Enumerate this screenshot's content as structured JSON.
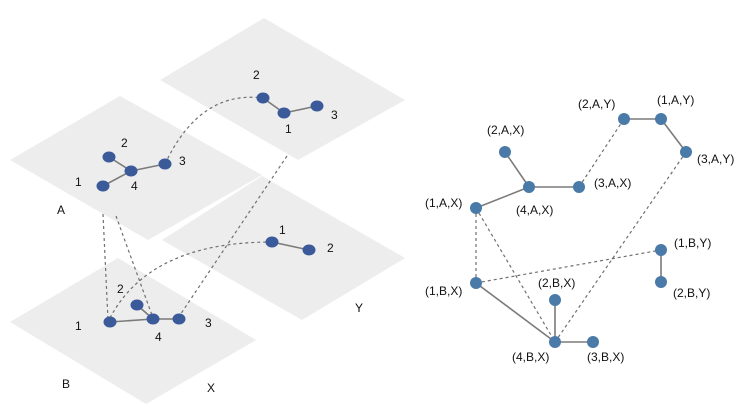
{
  "colors": {
    "node": "#3b5a99",
    "node_right": "#4a7aa8",
    "plane": "#ededed",
    "edge": "#7a7a7a",
    "dashed": "#6f6f6f"
  },
  "left_figure": {
    "planes": [
      {
        "name": "A",
        "label": "A"
      },
      {
        "name": "Y-top",
        "label": ""
      },
      {
        "name": "B",
        "label": "B"
      },
      {
        "name": "Y-bottom",
        "label": "Y"
      },
      {
        "name": "X",
        "label": "X"
      }
    ],
    "layers": {
      "A_X": {
        "nodes": [
          "1",
          "2",
          "3",
          "4"
        ],
        "edges": [
          [
            "1",
            "4"
          ],
          [
            "2",
            "4"
          ],
          [
            "3",
            "4"
          ]
        ]
      },
      "A_Y": {
        "nodes": [
          "1",
          "2",
          "3"
        ],
        "edges": [
          [
            "1",
            "2"
          ],
          [
            "1",
            "3"
          ]
        ]
      },
      "B_X": {
        "nodes": [
          "1",
          "2",
          "3",
          "4"
        ],
        "edges": [
          [
            "1",
            "4"
          ],
          [
            "2",
            "4"
          ],
          [
            "3",
            "4"
          ]
        ]
      },
      "B_Y": {
        "nodes": [
          "1",
          "2"
        ],
        "edges": [
          [
            "1",
            "2"
          ]
        ]
      }
    }
  },
  "right_figure": {
    "nodes": [
      {
        "id": "2AX",
        "label": "(2,A,X)"
      },
      {
        "id": "4AX",
        "label": "(4,A,X)"
      },
      {
        "id": "3AX",
        "label": "(3,A,X)"
      },
      {
        "id": "1AX",
        "label": "(1,A,X)"
      },
      {
        "id": "2AY",
        "label": "(2,A,Y)"
      },
      {
        "id": "1AY",
        "label": "(1,A,Y)"
      },
      {
        "id": "3AY",
        "label": "(3,A,Y)"
      },
      {
        "id": "1BX",
        "label": "(1,B,X)"
      },
      {
        "id": "2BX",
        "label": "(2,B,X)"
      },
      {
        "id": "4BX",
        "label": "(4,B,X)"
      },
      {
        "id": "3BX",
        "label": "(3,B,X)"
      },
      {
        "id": "1BY",
        "label": "(1,B,Y)"
      },
      {
        "id": "2BY",
        "label": "(2,B,Y)"
      }
    ],
    "edges": [
      {
        "from": "2AX",
        "to": "4AX",
        "style": "solid"
      },
      {
        "from": "4AX",
        "to": "3AX",
        "style": "solid"
      },
      {
        "from": "4AX",
        "to": "1AX",
        "style": "solid"
      },
      {
        "from": "2AY",
        "to": "1AY",
        "style": "solid"
      },
      {
        "from": "1AY",
        "to": "3AY",
        "style": "solid"
      },
      {
        "from": "1BX",
        "to": "4BX",
        "style": "solid"
      },
      {
        "from": "2BX",
        "to": "4BX",
        "style": "solid"
      },
      {
        "from": "4BX",
        "to": "3BX",
        "style": "solid"
      },
      {
        "from": "1BY",
        "to": "2BY",
        "style": "solid"
      },
      {
        "from": "3AX",
        "to": "2AY",
        "style": "dashed"
      },
      {
        "from": "1AX",
        "to": "1BX",
        "style": "dashed"
      },
      {
        "from": "1AX",
        "to": "4BX",
        "style": "dashed"
      },
      {
        "from": "3AY",
        "to": "4BX",
        "style": "dashed"
      },
      {
        "from": "1BX",
        "to": "1BY",
        "style": "dashed"
      }
    ]
  }
}
